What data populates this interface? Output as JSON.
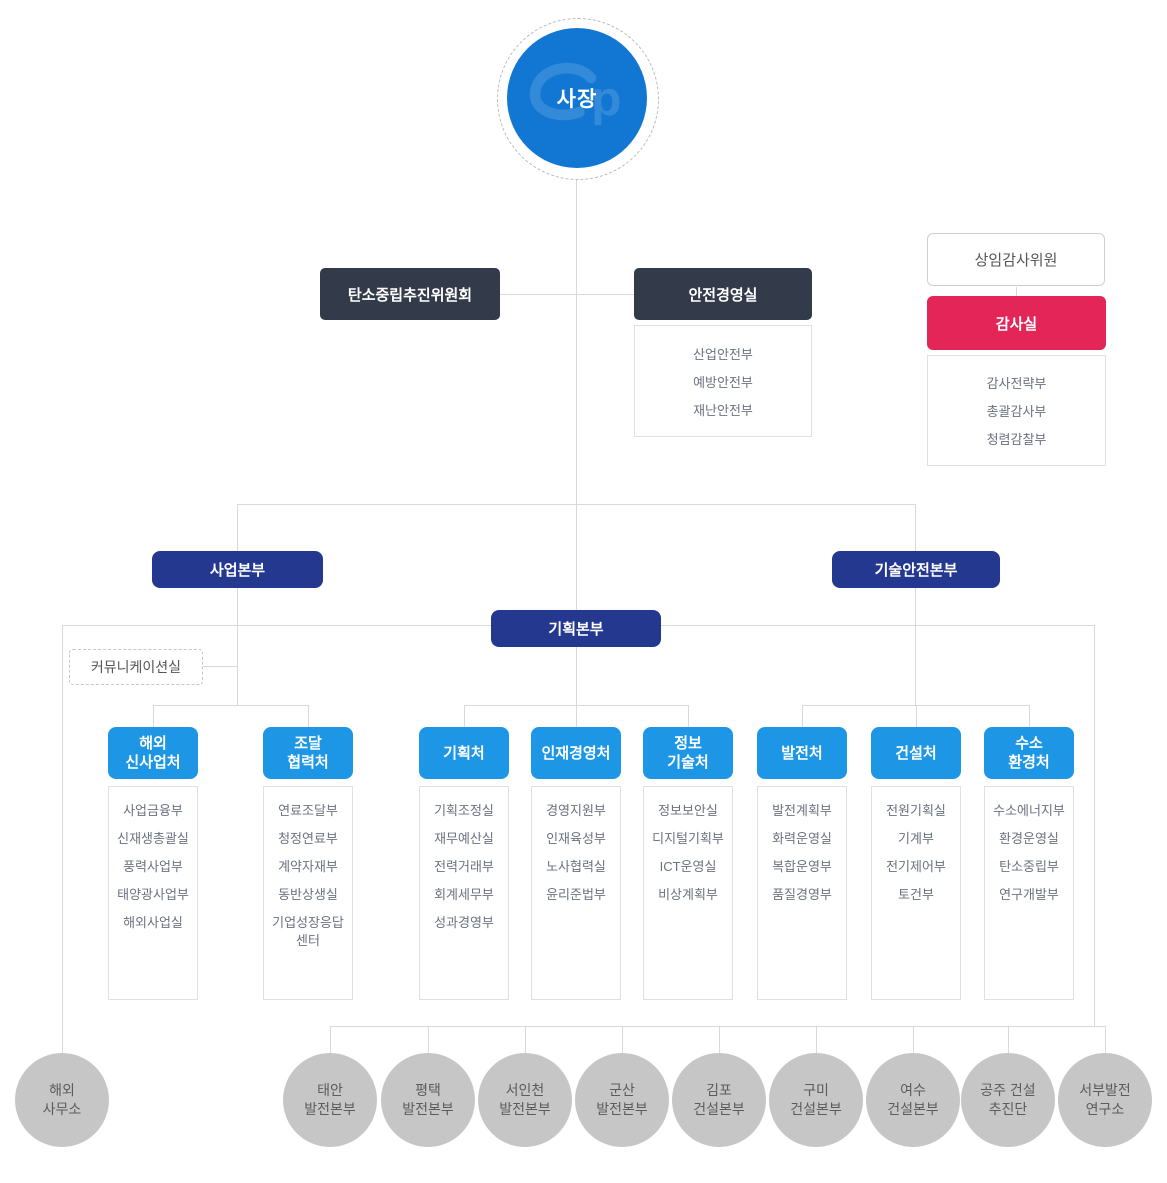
{
  "president": {
    "label": "사장"
  },
  "carbon_committee": {
    "label": "탄소중립추진위원회"
  },
  "safety_office": {
    "label": "안전경영실",
    "departments": [
      "산업안전부",
      "예방안전부",
      "재난안전부"
    ]
  },
  "audit": {
    "commissioner_label": "상임감사위원",
    "office_label": "감사실",
    "departments": [
      "감사전략부",
      "총괄감사부",
      "청렴감찰부"
    ]
  },
  "headquarters": {
    "business": {
      "label": "사업본부"
    },
    "planning": {
      "label": "기획본부"
    },
    "tech_safety": {
      "label": "기술안전본부"
    }
  },
  "communication_office": {
    "label": "커뮤니케이션실"
  },
  "divisions": [
    {
      "label": "해외신사업처",
      "lines": [
        "해외",
        "신사업처"
      ],
      "departments": [
        "사업금융부",
        "신재생총괄실",
        "풍력사업부",
        "태양광사업부",
        "해외사업실"
      ]
    },
    {
      "label": "조달협력처",
      "lines": [
        "조달",
        "협력처"
      ],
      "departments": [
        "연료조달부",
        "청정연료부",
        "계약자재부",
        "동반상생실",
        "기업성장응답센터"
      ]
    },
    {
      "label": "기획처",
      "lines": [
        "기획처"
      ],
      "departments": [
        "기획조정실",
        "재무예산실",
        "전력거래부",
        "회계세무부",
        "성과경영부"
      ]
    },
    {
      "label": "인재경영처",
      "lines": [
        "인재경영처"
      ],
      "departments": [
        "경영지원부",
        "인재육성부",
        "노사협력실",
        "윤리준법부"
      ]
    },
    {
      "label": "정보기술처",
      "lines": [
        "정보",
        "기술처"
      ],
      "departments": [
        "정보보안실",
        "디지털기획부",
        "ICT운영실",
        "비상계획부"
      ]
    },
    {
      "label": "발전처",
      "lines": [
        "발전처"
      ],
      "departments": [
        "발전계획부",
        "화력운영실",
        "복합운영부",
        "품질경영부"
      ]
    },
    {
      "label": "건설처",
      "lines": [
        "건설처"
      ],
      "departments": [
        "전원기획실",
        "기계부",
        "전기제어부",
        "토건부"
      ]
    },
    {
      "label": "수소환경처",
      "lines": [
        "수소",
        "환경처"
      ],
      "departments": [
        "수소에너지부",
        "환경운영실",
        "탄소중립부",
        "연구개발부"
      ]
    }
  ],
  "field_units": [
    {
      "label": "해외사무소",
      "lines": [
        "해외",
        "사무소"
      ]
    },
    {
      "label": "태안발전본부",
      "lines": [
        "태안",
        "발전본부"
      ]
    },
    {
      "label": "평택발전본부",
      "lines": [
        "평택",
        "발전본부"
      ]
    },
    {
      "label": "서인천발전본부",
      "lines": [
        "서인천",
        "발전본부"
      ]
    },
    {
      "label": "군산발전본부",
      "lines": [
        "군산",
        "발전본부"
      ]
    },
    {
      "label": "김포건설본부",
      "lines": [
        "김포",
        "건설본부"
      ]
    },
    {
      "label": "구미건설본부",
      "lines": [
        "구미",
        "건설본부"
      ]
    },
    {
      "label": "여수건설본부",
      "lines": [
        "여수",
        "건설본부"
      ]
    },
    {
      "label": "공주건설추진단",
      "lines": [
        "공주 건설",
        "추진단"
      ]
    },
    {
      "label": "서부발전연구소",
      "lines": [
        "서부발전",
        "연구소"
      ]
    }
  ],
  "colors": {
    "president_blue": "#1277d2",
    "headquarters_navy": "#24388f",
    "division_blue": "#1d96e6",
    "dark_slate": "#333a4a",
    "audit_pink": "#e32558",
    "unit_gray": "#c6c6c6",
    "connector_gray": "#d9d9d9"
  }
}
